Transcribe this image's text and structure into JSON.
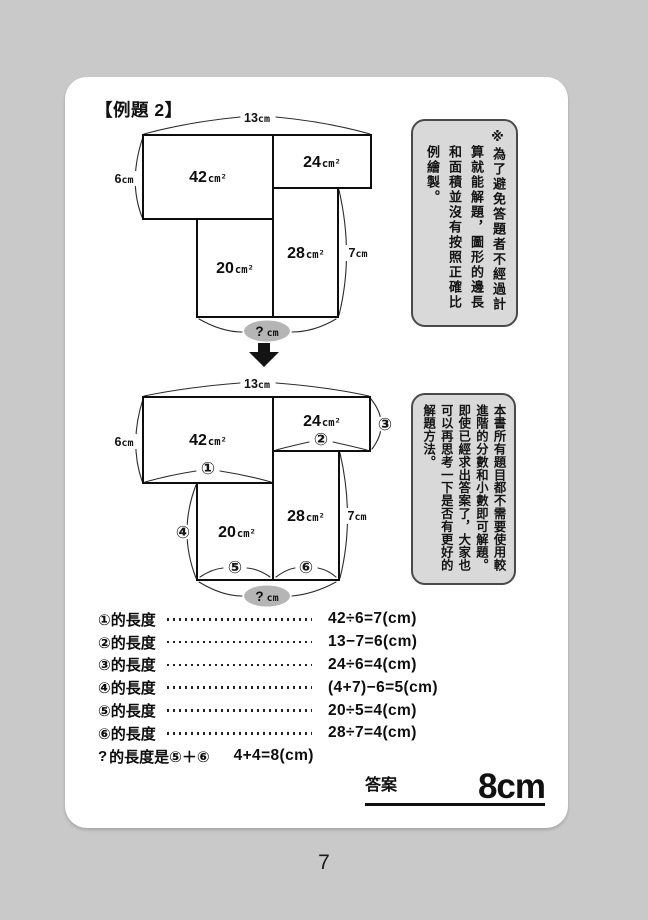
{
  "page": {
    "title": "【例題 2】",
    "page_number": "7"
  },
  "notes": [
    {
      "columns": [
        "※為了避免答題者不經過計",
        "算就能解題，圖形的邊長",
        "和面積並沒有按照正確比",
        "例繪製。"
      ]
    },
    {
      "columns": [
        "本書所有題目都不需要使用較",
        "進階的分數和小數即可解題。",
        "即使已經求出答案了，大家也",
        "可以再思考一下是否有更好的",
        "解題方法。"
      ]
    }
  ],
  "diagram1": {
    "top": {
      "value": "13",
      "unit": "cm"
    },
    "left": {
      "value": "6",
      "unit": "cm"
    },
    "right": {
      "value": "7",
      "unit": "cm"
    },
    "areas": [
      {
        "value": "42",
        "unit": "cm²"
      },
      {
        "value": "24",
        "unit": "cm²"
      },
      {
        "value": "20",
        "unit": "cm²"
      },
      {
        "value": "28",
        "unit": "cm²"
      }
    ],
    "unknown": {
      "q": "?",
      "unit": "cm"
    }
  },
  "diagram2": {
    "top": {
      "value": "13",
      "unit": "cm"
    },
    "left": {
      "value": "6",
      "unit": "cm"
    },
    "right": {
      "value": "7",
      "unit": "cm"
    },
    "areas": [
      {
        "value": "42",
        "unit": "cm²"
      },
      {
        "value": "24",
        "unit": "cm²"
      },
      {
        "value": "20",
        "unit": "cm²"
      },
      {
        "value": "28",
        "unit": "cm²"
      }
    ],
    "marks": [
      "①",
      "②",
      "③",
      "④",
      "⑤",
      "⑥"
    ],
    "unknown": {
      "q": "?",
      "unit": "cm"
    }
  },
  "solution": {
    "rows": [
      {
        "label": "①的長度",
        "expr": "42÷6=7(cm)"
      },
      {
        "label": "②的長度",
        "expr": "13−7=6(cm)"
      },
      {
        "label": "③的長度",
        "expr": "24÷6=4(cm)"
      },
      {
        "label": "④的長度",
        "expr": "(4+7)−6=5(cm)"
      },
      {
        "label": "⑤的長度",
        "expr": "20÷5=4(cm)"
      },
      {
        "label": "⑥的長度",
        "expr": "28÷7=4(cm)"
      }
    ],
    "final": {
      "q": "?",
      "label": "的長度是⑤＋⑥",
      "expr": "4+4=8(cm)"
    }
  },
  "answer": {
    "label": "答案",
    "value": "8cm"
  },
  "colors": {
    "background": "#c9c9c9",
    "card": "#ffffff",
    "note_fill": "#d9d9d9",
    "note_border": "#4a4a4a",
    "unknown_ellipse": "#b5b5b5",
    "ink": "#111111"
  }
}
